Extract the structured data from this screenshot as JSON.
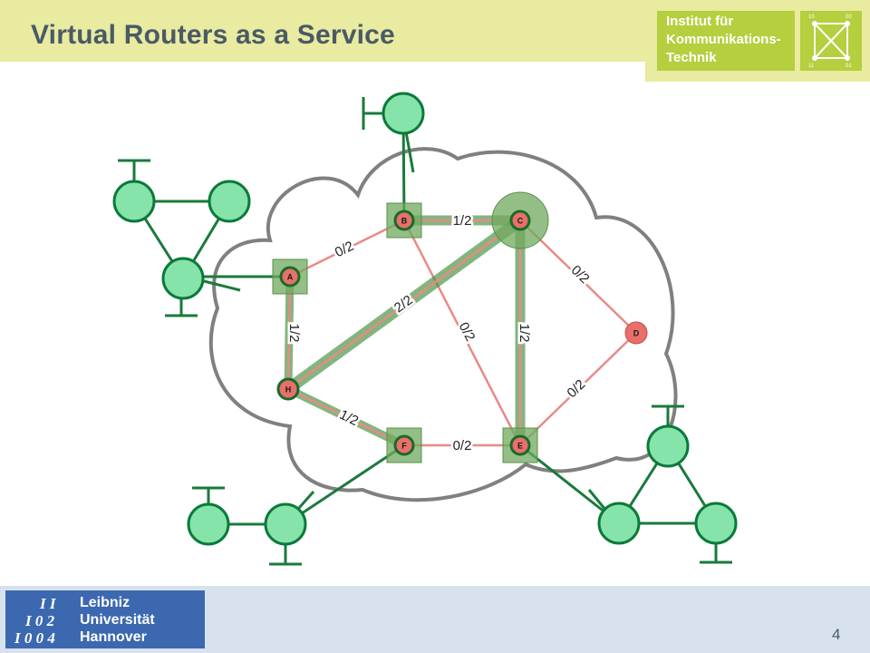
{
  "slide": {
    "title": "Virtual Routers as a Service",
    "page_number": "4"
  },
  "institute_logo": {
    "lines": [
      "Institut für",
      "Kommunikations-",
      "Technik"
    ],
    "corner_labels": [
      "10",
      "00",
      "11",
      "01"
    ]
  },
  "university_logo": {
    "digit_rows": [
      "I I",
      "I 0 2",
      "I 0 0 4"
    ],
    "name_lines": [
      "Leibniz",
      "Universität",
      "Hannover"
    ]
  },
  "colors": {
    "header_band": "#e8eba0",
    "institute_green": "#b5cf3e",
    "footer_band": "#d8e2ee",
    "luh_blue": "#3c68b0",
    "title_text": "#4a5a66",
    "cloud_outline": "#808080",
    "client_fill": "#86e3aa",
    "client_stroke": "#0a7a3a",
    "dark_green_link": "#1a7a3c",
    "virtual_band": "#3f8f3a",
    "physical_link": "#e88a86",
    "router_box_fill": "#6faa5e",
    "router_node_fill": "#e8706a"
  },
  "network": {
    "nodes": [
      "A",
      "B",
      "C",
      "D",
      "E",
      "F",
      "H"
    ],
    "links": [
      {
        "from": "A",
        "to": "B",
        "label": "0/2",
        "state": "idle"
      },
      {
        "from": "B",
        "to": "C",
        "label": "1/2",
        "state": "active"
      },
      {
        "from": "B",
        "to": "E",
        "label": "0/2",
        "state": "idle"
      },
      {
        "from": "C",
        "to": "D",
        "label": "0/2",
        "state": "idle"
      },
      {
        "from": "D",
        "to": "E",
        "label": "0/2",
        "state": "idle"
      },
      {
        "from": "C",
        "to": "E",
        "label": "1/2",
        "state": "active"
      },
      {
        "from": "C",
        "to": "H",
        "label": "2/2",
        "state": "active"
      },
      {
        "from": "A",
        "to": "H",
        "label": "1/2",
        "state": "active"
      },
      {
        "from": "H",
        "to": "F",
        "label": "1/2",
        "state": "active"
      },
      {
        "from": "F",
        "to": "E",
        "label": "0/2",
        "state": "idle"
      }
    ]
  }
}
